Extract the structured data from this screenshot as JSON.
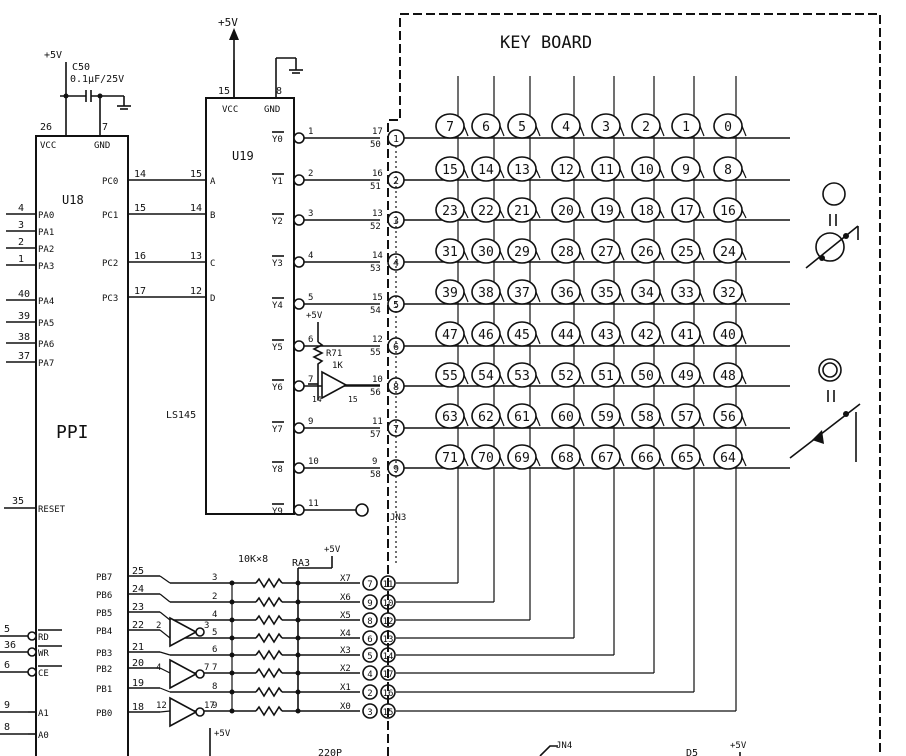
{
  "power": {
    "vcc_top": "+5V",
    "vcc_left": "+5V",
    "vcc_right": "+5V",
    "vcc_bottom": "+5V",
    "vcc_r71": "+5V"
  },
  "capacitor": {
    "ref": "C50",
    "value": "0.1μF/25V"
  },
  "u18": {
    "ref": "U18",
    "name": "PPI",
    "vcc": "VCC",
    "gnd": "GND",
    "vcc_pin": "26",
    "gnd_pin": "7",
    "left_pins": [
      {
        "num": "4",
        "name": "PA0"
      },
      {
        "num": "3",
        "name": "PA1"
      },
      {
        "num": "2",
        "name": "PA2"
      },
      {
        "num": "1",
        "name": "PA3"
      },
      {
        "num": "40",
        "name": "PA4"
      },
      {
        "num": "39",
        "name": "PA5"
      },
      {
        "num": "38",
        "name": "PA6"
      },
      {
        "num": "37",
        "name": "PA7"
      }
    ],
    "right_pins": [
      {
        "name": "PC0",
        "num": "14"
      },
      {
        "name": "PC1",
        "num": "15"
      },
      {
        "name": "PC2",
        "num": "16"
      },
      {
        "name": "PC3",
        "num": "17"
      }
    ],
    "reset": {
      "num": "35",
      "name": "RESET"
    },
    "ctrl_pins": [
      {
        "num": "5",
        "name": "RD"
      },
      {
        "num": "36",
        "name": "WR"
      },
      {
        "num": "6",
        "name": "CE"
      },
      {
        "num": "9",
        "name": "A1"
      },
      {
        "num": "8",
        "name": "A0"
      }
    ],
    "pb_pins": [
      {
        "name": "PB7",
        "num": "25"
      },
      {
        "name": "PB6",
        "num": "24"
      },
      {
        "name": "PB5",
        "num": "23"
      },
      {
        "name": "PB4",
        "num": "22"
      },
      {
        "name": "PB3",
        "num": "21"
      },
      {
        "name": "PB2",
        "num": "20"
      },
      {
        "name": "PB1",
        "num": "19"
      },
      {
        "name": "PB0",
        "num": "18"
      }
    ]
  },
  "u19": {
    "ref": "U19",
    "part": "LS145",
    "vcc": "VCC",
    "gnd": "GND",
    "vcc_pin": "15",
    "gnd_pin": "8",
    "inputs": [
      {
        "pin": "15",
        "name": "A"
      },
      {
        "pin": "14",
        "name": "B"
      },
      {
        "pin": "13",
        "name": "C"
      },
      {
        "pin": "12",
        "name": "D"
      }
    ],
    "outputs": [
      {
        "name": "Y0",
        "pin": "1"
      },
      {
        "name": "Y1",
        "pin": "2"
      },
      {
        "name": "Y2",
        "pin": "3"
      },
      {
        "name": "Y3",
        "pin": "4"
      },
      {
        "name": "Y4",
        "pin": "5"
      },
      {
        "name": "Y5",
        "pin": "6"
      },
      {
        "name": "Y6",
        "pin": "7"
      },
      {
        "name": "Y7",
        "pin": "9"
      },
      {
        "name": "Y8",
        "pin": "10"
      },
      {
        "name": "Y9",
        "pin": "11"
      }
    ]
  },
  "jn3_rows": [
    {
      "top": "17",
      "bot": "50",
      "pin": "1"
    },
    {
      "top": "16",
      "bot": "51",
      "pin": "2"
    },
    {
      "top": "13",
      "bot": "52",
      "pin": "3"
    },
    {
      "top": "14",
      "bot": "53",
      "pin": "4"
    },
    {
      "top": "15",
      "bot": "54",
      "pin": "5"
    },
    {
      "top": "12",
      "bot": "55",
      "pin": "6"
    },
    {
      "top": "10",
      "bot": "56",
      "pin": "8"
    },
    {
      "top": "11",
      "bot": "57",
      "pin": "7"
    },
    {
      "top": "9",
      "bot": "58",
      "pin": "9"
    }
  ],
  "jn_label": "JN3",
  "r71": {
    "ref": "R71",
    "value": "1K",
    "pins": [
      "14",
      "15"
    ]
  },
  "resistor_net": {
    "label": "10K×8",
    "ref": "RA3"
  },
  "ra3_pins": [
    "3",
    "2",
    "4",
    "5",
    "6",
    "7",
    "8",
    "9"
  ],
  "gate_pins": [
    {
      "in": "2",
      "out": "3"
    },
    {
      "in": "4",
      "out": "7"
    },
    {
      "in": "12",
      "out": "17"
    }
  ],
  "x_lines": [
    {
      "name": "X7",
      "a": "7",
      "b": "11"
    },
    {
      "name": "X6",
      "a": "9",
      "b": "10"
    },
    {
      "name": "X5",
      "a": "8",
      "b": "12"
    },
    {
      "name": "X4",
      "a": "6",
      "b": "13"
    },
    {
      "name": "X3",
      "a": "5",
      "b": "14"
    },
    {
      "name": "X2",
      "a": "4",
      "b": "17"
    },
    {
      "name": "X1",
      "a": "2",
      "b": "16"
    },
    {
      "name": "X0",
      "a": "3",
      "b": "15"
    }
  ],
  "keyboard": {
    "title": "KEY BOARD",
    "rows": [
      [
        "7",
        "6",
        "5",
        "4",
        "3",
        "2",
        "1",
        "0"
      ],
      [
        "15",
        "14",
        "13",
        "12",
        "11",
        "10",
        "9",
        "8"
      ],
      [
        "23",
        "22",
        "21",
        "20",
        "19",
        "18",
        "17",
        "16"
      ],
      [
        "31",
        "30",
        "29",
        "28",
        "27",
        "26",
        "25",
        "24"
      ],
      [
        "39",
        "38",
        "37",
        "36",
        "35",
        "34",
        "33",
        "32"
      ],
      [
        "47",
        "46",
        "45",
        "44",
        "43",
        "42",
        "41",
        "40"
      ],
      [
        "55",
        "54",
        "53",
        "52",
        "51",
        "50",
        "49",
        "48"
      ],
      [
        "63",
        "62",
        "61",
        "60",
        "59",
        "58",
        "57",
        "56"
      ],
      [
        "71",
        "70",
        "69",
        "68",
        "67",
        "66",
        "65",
        "64"
      ]
    ]
  },
  "bottom_labels": {
    "jn4": "JN4",
    "d5": "D5",
    "ref": "220P"
  }
}
